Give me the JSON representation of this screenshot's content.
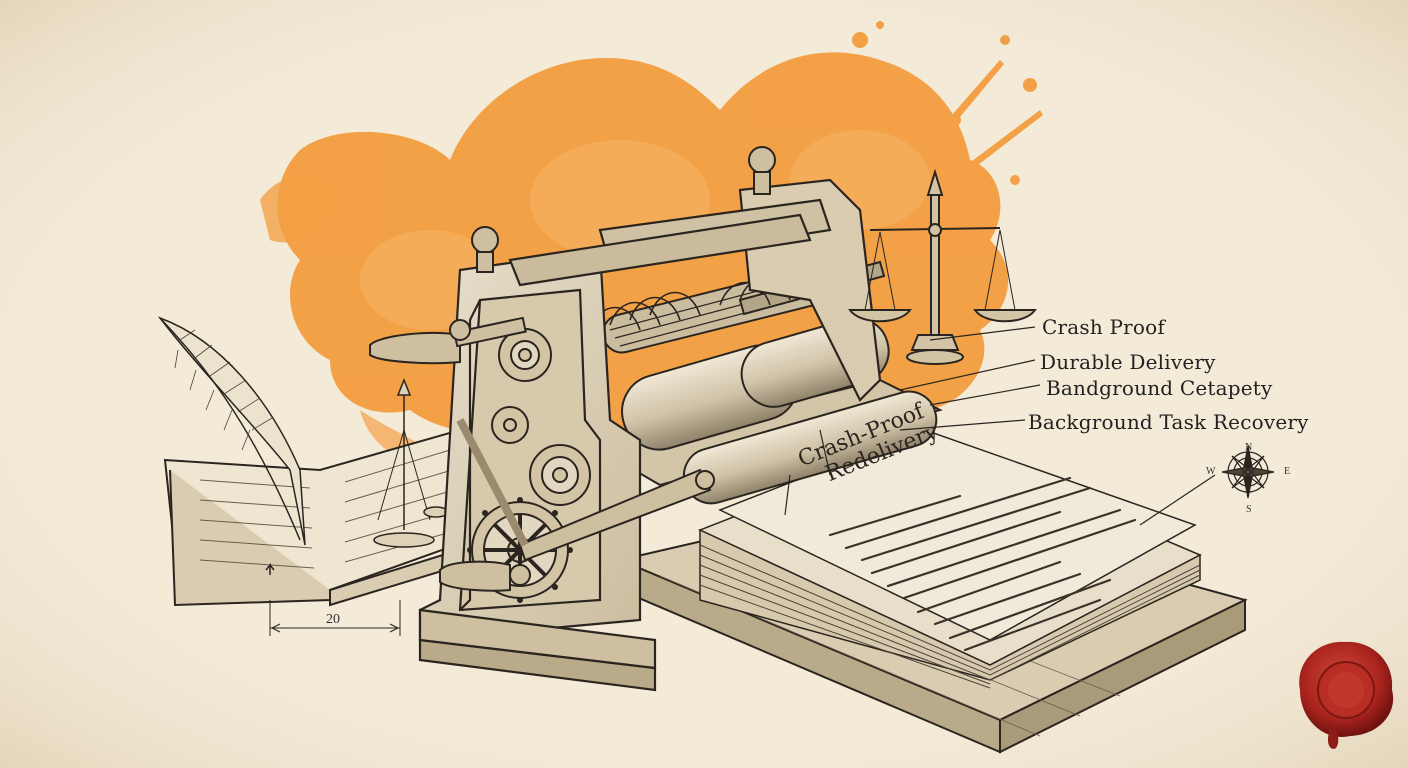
{
  "callouts": {
    "crash_proof": "Crash Proof",
    "durable_delivery": "Durable Delivery",
    "bandground": "Bandground Cetapety",
    "background_task": "Background Task Recovery"
  },
  "page_title": {
    "line1": "Crash-Proof",
    "line2": "Redelivery"
  },
  "dimension": "20",
  "compass": {
    "n": "N",
    "s": "S",
    "e": "E",
    "w": "W"
  },
  "colors": {
    "paper": "#f3ead8",
    "splash": "#f39a3a",
    "ink": "#2b2520",
    "wax_seal": "#a8231d"
  }
}
